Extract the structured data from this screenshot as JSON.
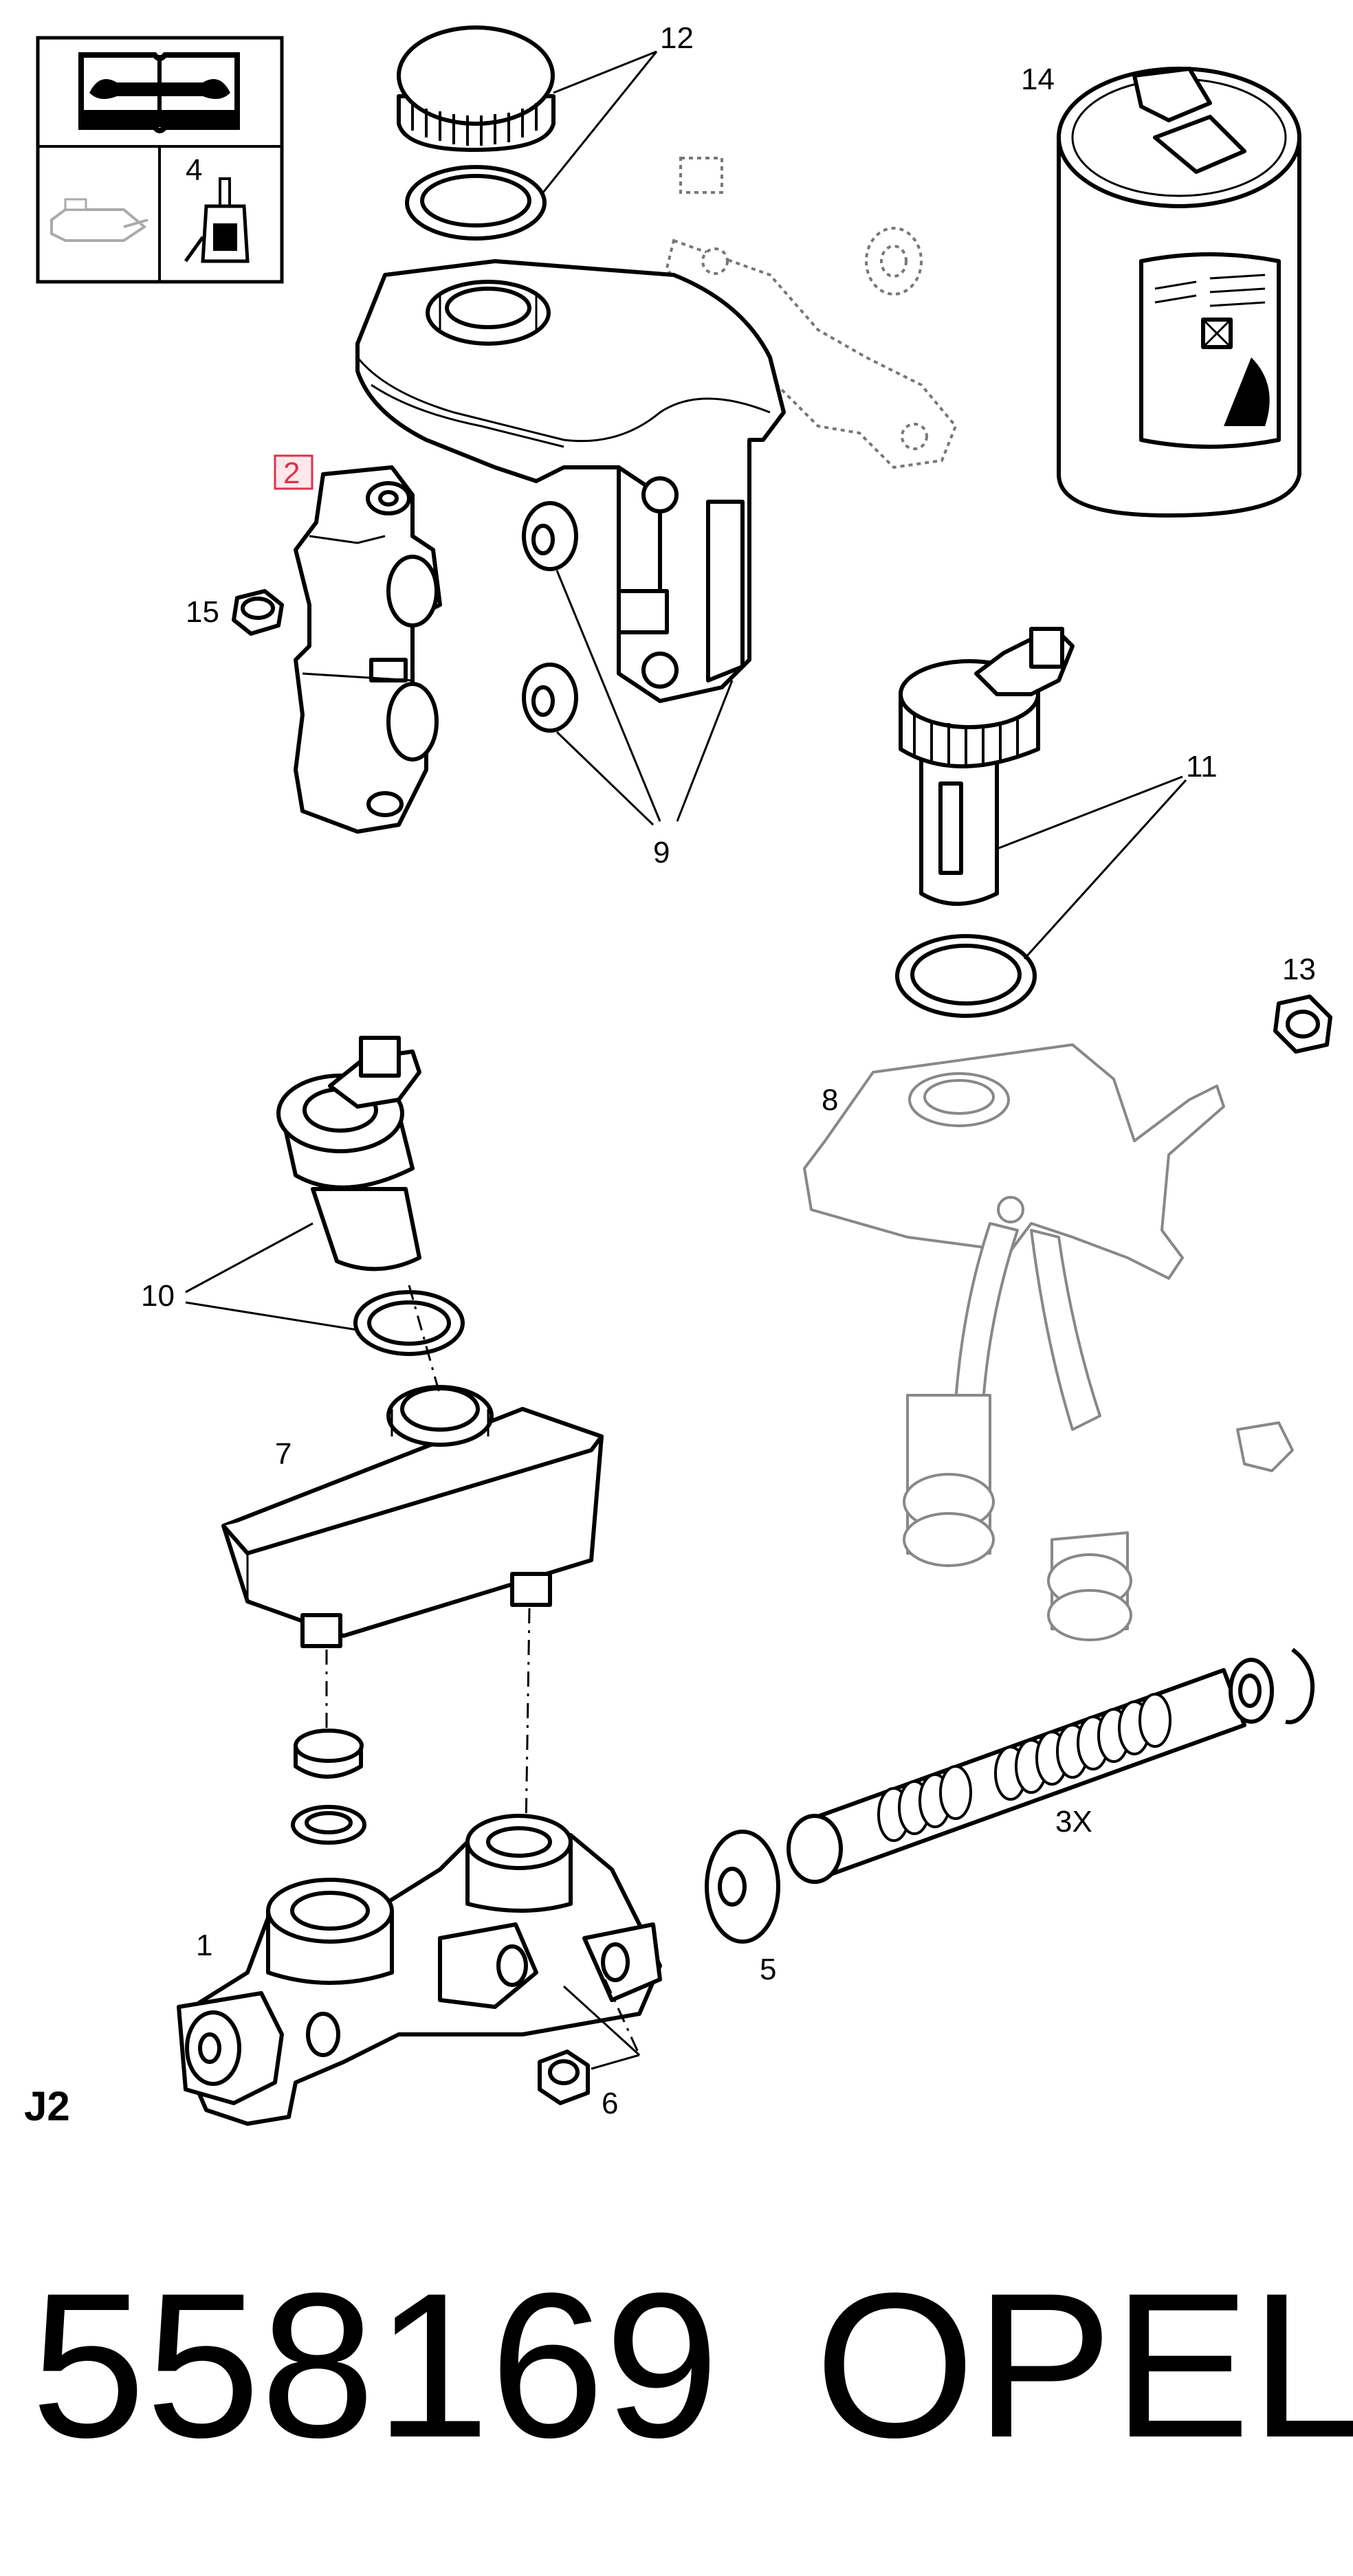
{
  "callouts": {
    "c1": "1",
    "c2": "2",
    "c3": "3X",
    "c4": "4",
    "c5": "5",
    "c6": "6",
    "c7": "7",
    "c8": "8",
    "c9": "9",
    "c10": "10",
    "c11": "11",
    "c12": "12",
    "c13": "13",
    "c14": "14",
    "c15": "15"
  },
  "section_code": "J2",
  "part_number": "558169",
  "brand": "OPEL",
  "colors": {
    "line": "#000000",
    "highlight_border": "#e0304a",
    "highlight_fill": "#ffe8ec",
    "ghost_line": "#888888"
  }
}
